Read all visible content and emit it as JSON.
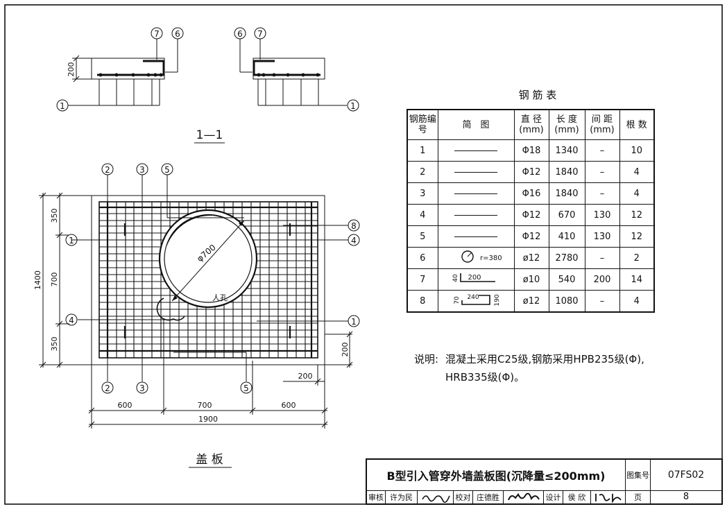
{
  "section_title": "1—1",
  "plan_title": "盖  板",
  "table_title": "钢  筋  表",
  "markers": {
    "m1": "1",
    "m2": "2",
    "m3": "3",
    "m4": "4",
    "m5": "5",
    "m6": "6",
    "m7": "7",
    "m8": "8"
  },
  "dims": {
    "section_h": "200",
    "h_350_top": "350",
    "h_700": "700",
    "h_350_bot": "350",
    "h_1400": "1400",
    "w_600_l": "600",
    "w_700": "700",
    "w_600_r": "600",
    "w_1900": "1900",
    "edge_200_v": "200",
    "edge_200_h": "200",
    "hole_dia": "φ700",
    "hole_label": "人孔"
  },
  "table": {
    "headers": [
      "钢筋编号",
      "简　图",
      "直 径(mm)",
      "长 度(mm)",
      "间 距(mm)",
      "根 数"
    ],
    "rows": [
      {
        "no": "1",
        "dia": "Φ18",
        "len": "1340",
        "sp": "–",
        "count": "10"
      },
      {
        "no": "2",
        "dia": "Φ12",
        "len": "1840",
        "sp": "–",
        "count": "4"
      },
      {
        "no": "3",
        "dia": "Φ16",
        "len": "1840",
        "sp": "–",
        "count": "4"
      },
      {
        "no": "4",
        "dia": "Φ12",
        "len": "670",
        "sp": "130",
        "count": "12"
      },
      {
        "no": "5",
        "dia": "Φ12",
        "len": "410",
        "sp": "130",
        "count": "12"
      },
      {
        "no": "6",
        "dia": "ø12",
        "len": "2780",
        "sp": "–",
        "count": "2"
      },
      {
        "no": "7",
        "dia": "ø10",
        "len": "540",
        "sp": "200",
        "count": "14"
      },
      {
        "no": "8",
        "dia": "ø12",
        "len": "1080",
        "sp": "–",
        "count": "4"
      }
    ],
    "sketch6_label": "r=380",
    "sketch7_a": "40",
    "sketch7_b": "200",
    "sketch8_a": "70",
    "sketch8_b": "240",
    "sketch8_c": "190"
  },
  "note": {
    "label": "说明:",
    "line1": "混凝土采用C25级,钢筋采用HPB235级(Φ),",
    "line2": "HRB335级(Φ)。"
  },
  "title_block": {
    "title": "B型引入管穿外墙盖板图(沉降量≤200mm)",
    "atlas_label": "图集号",
    "atlas_no": "07FS02",
    "review_label": "审核",
    "review_name": "许为民",
    "check_label": "校对",
    "check_name": "庄德胜",
    "design_label": "设计",
    "design_name": "侯 欣",
    "page_label": "页",
    "page_no": "8"
  }
}
